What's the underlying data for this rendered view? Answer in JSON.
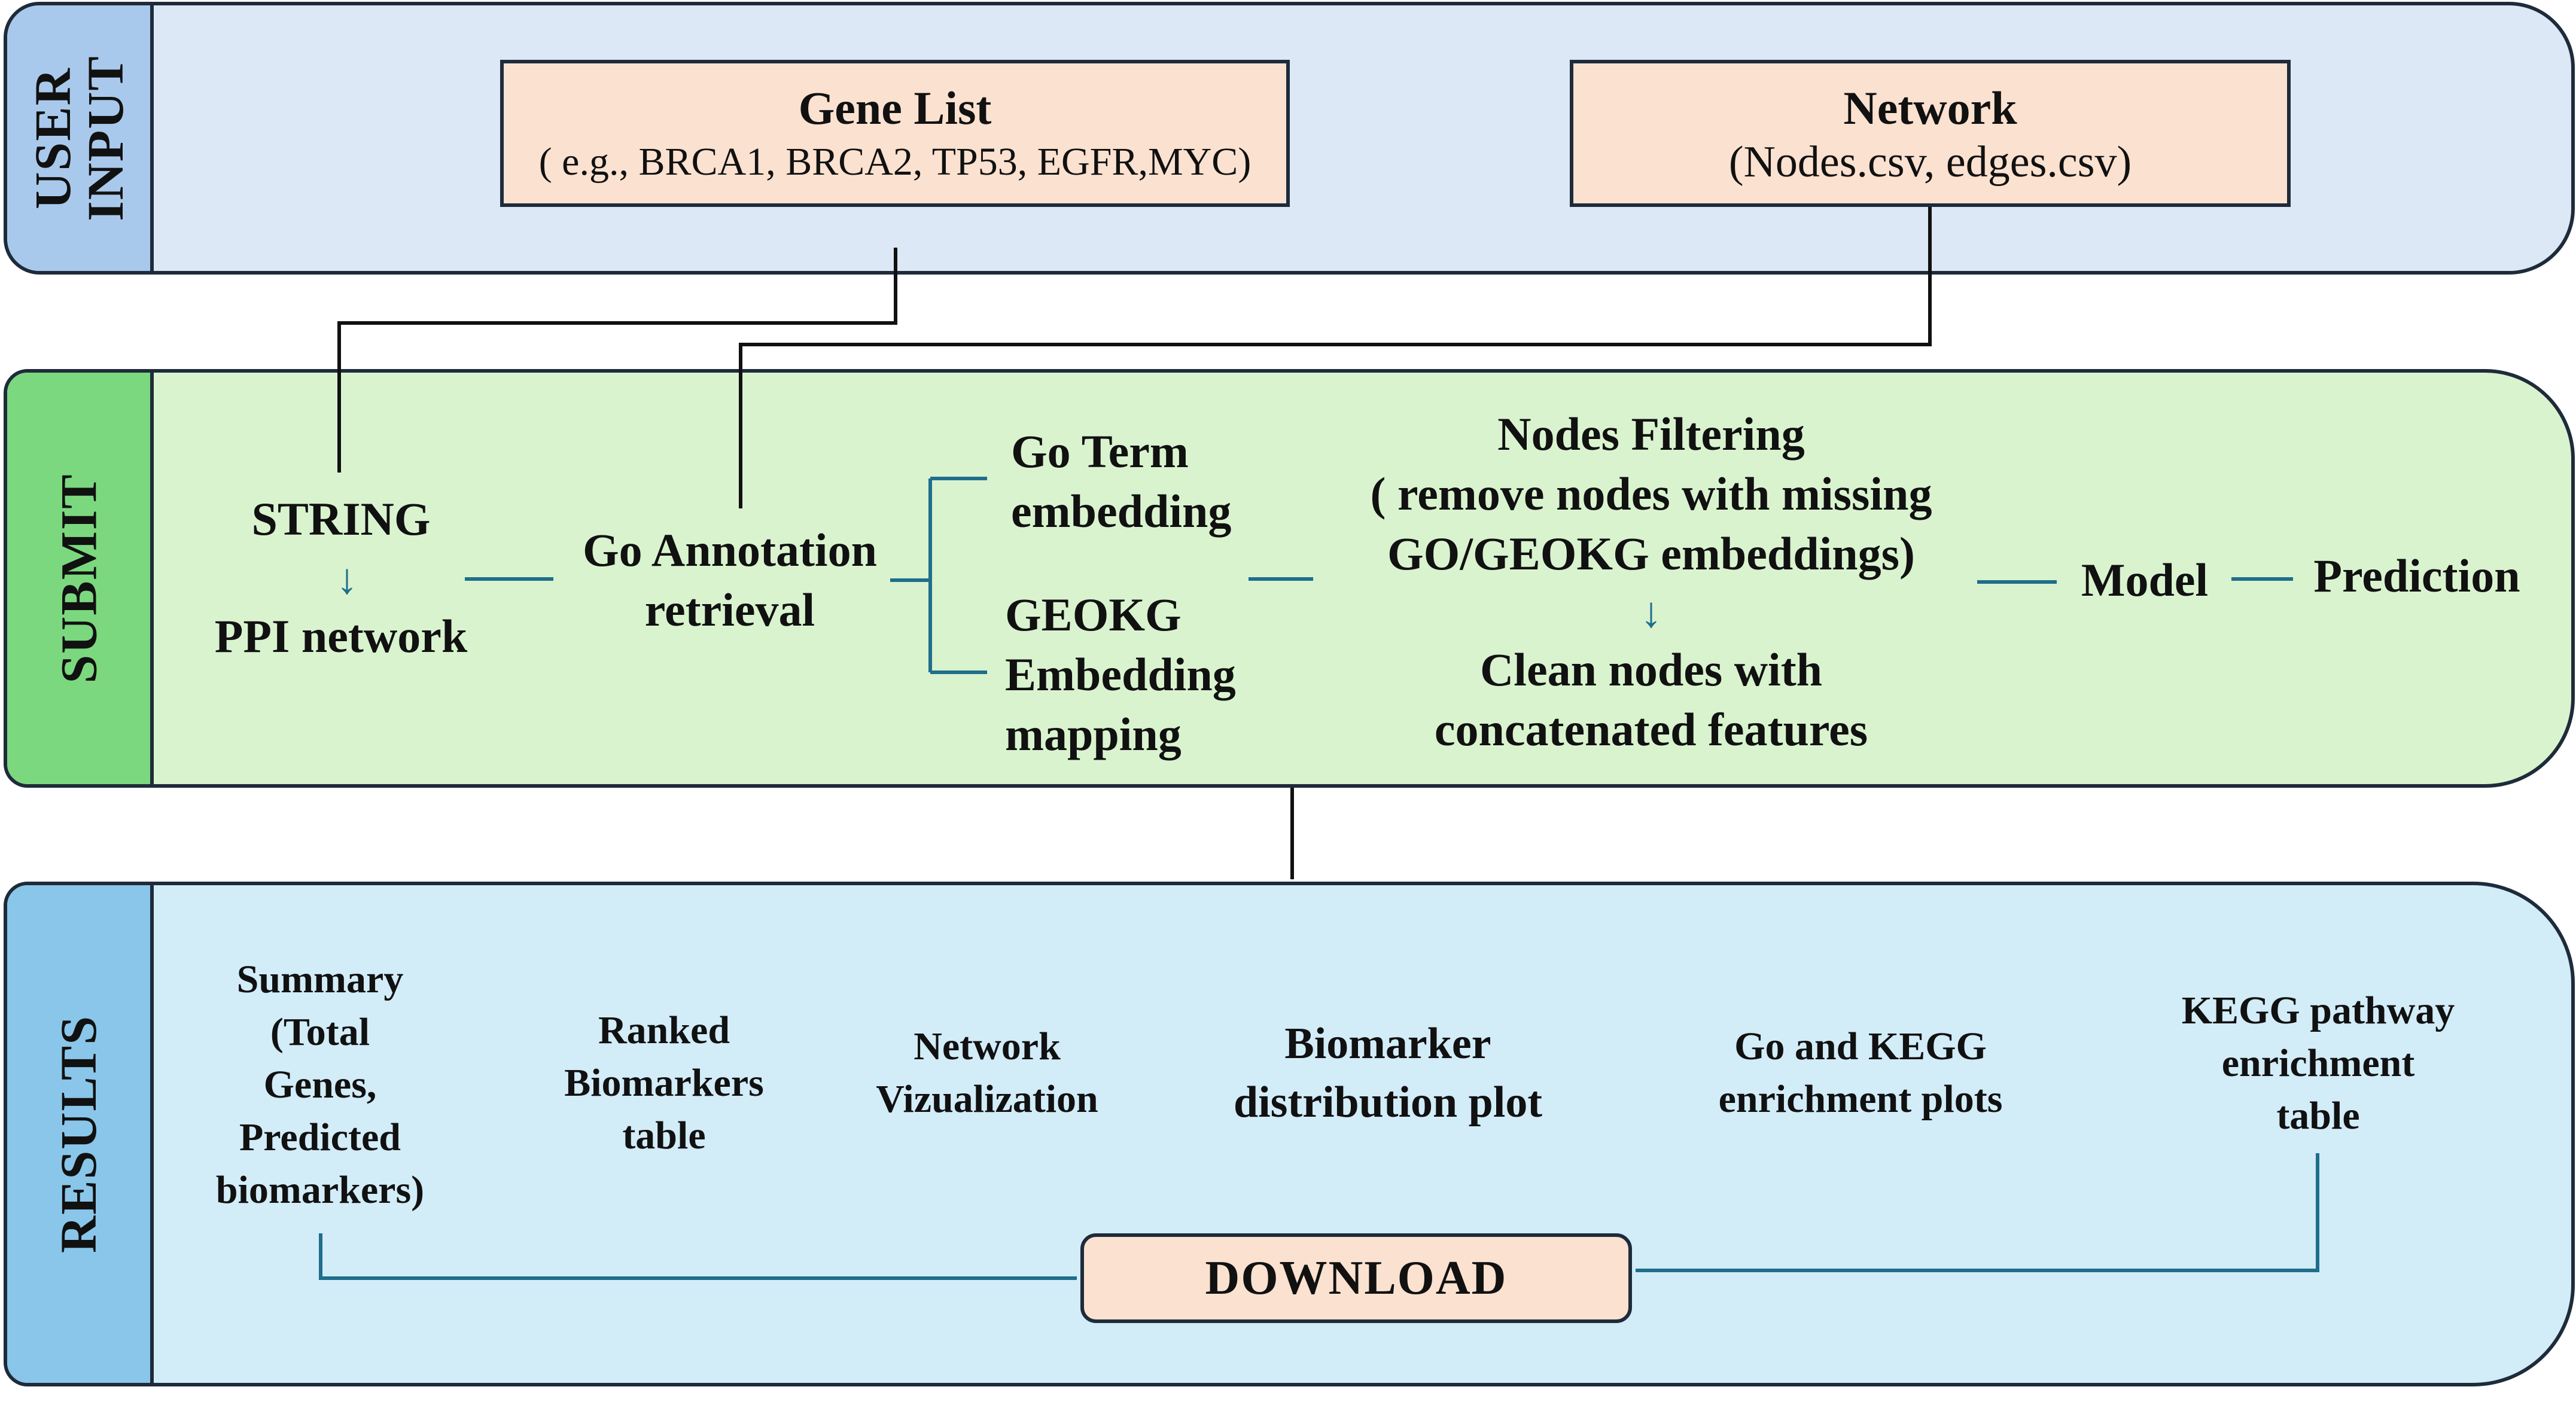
{
  "panels": {
    "user_input": {
      "label": "USER\nINPUT"
    },
    "submit": {
      "label": "SUBMIT"
    },
    "results": {
      "label": "RESULTS"
    }
  },
  "user_input": {
    "gene_list": {
      "title": "Gene List",
      "example": "( e.g., BRCA1, BRCA2, TP53, EGFR,MYC)"
    },
    "network": {
      "title": "Network",
      "files": "(Nodes.csv, edges.csv)"
    }
  },
  "submit": {
    "string": "STRING",
    "ppi": "PPI network",
    "go_annotation": "Go Annotation\nretrieval",
    "go_term": "Go Term\nembedding",
    "geokg": "GEOKG\nEmbedding\nmapping",
    "nodes_filtering": "Nodes Filtering\n( remove nodes with missing\nGO/GEOKG embeddings)",
    "clean_nodes": "Clean nodes with\nconcatenated features",
    "model": "Model",
    "prediction": "Prediction",
    "down_arrow_glyph": "↓"
  },
  "results": {
    "summary": "Summary\n(Total\nGenes,\nPredicted\nbiomarkers)",
    "ranked": "Ranked\nBiomarkers\ntable",
    "network_viz": "Network\nVizualization",
    "distribution": "Biomarker\ndistribution plot",
    "enrichment_plots": "Go and KEGG\nenrichment plots",
    "kegg_table": "KEGG pathway\nenrichment\ntable",
    "download": "DOWNLOAD"
  },
  "colors": {
    "dark_line": "#1e2b3a",
    "teal_arrow": "#1f6e8c",
    "user_input_bg": "#dce8f5",
    "submit_bg": "#d9f3cf",
    "results_bg": "#d2ecf8",
    "box_fill": "#fbe1d0"
  }
}
